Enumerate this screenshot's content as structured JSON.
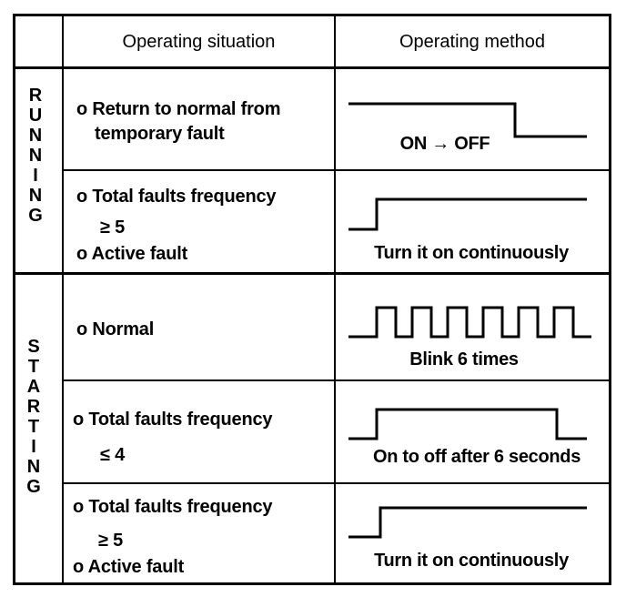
{
  "header": {
    "situation_label": "Operating situation",
    "method_label": "Operating method"
  },
  "sections": {
    "running_label": [
      "R",
      "U",
      "N",
      "N",
      "I",
      "N",
      "G"
    ],
    "starting_label": [
      "S",
      "T",
      "A",
      "R",
      "T",
      "I",
      "N",
      "G"
    ]
  },
  "rows": [
    {
      "situation": [
        "o Return to normal from",
        "temporary fault"
      ],
      "method_caption": "ON → OFF",
      "waveform": "on-to-off"
    },
    {
      "situation": [
        "o Total faults frequency",
        "≥ 5",
        "o Active fault"
      ],
      "method_caption": "Turn it on continuously",
      "waveform": "turn-on"
    },
    {
      "situation": [
        "o Normal"
      ],
      "method_caption": "Blink 6 times",
      "waveform": "blink",
      "pulse_count": 6
    },
    {
      "situation": [
        "o Total faults frequency",
        "≤ 4"
      ],
      "method_caption": "On to off after 6 seconds",
      "waveform": "pulse"
    },
    {
      "situation": [
        "o Total faults frequency",
        "≥ 5",
        "o Active fault"
      ],
      "method_caption": "Turn it on continuously",
      "waveform": "turn-on"
    }
  ]
}
